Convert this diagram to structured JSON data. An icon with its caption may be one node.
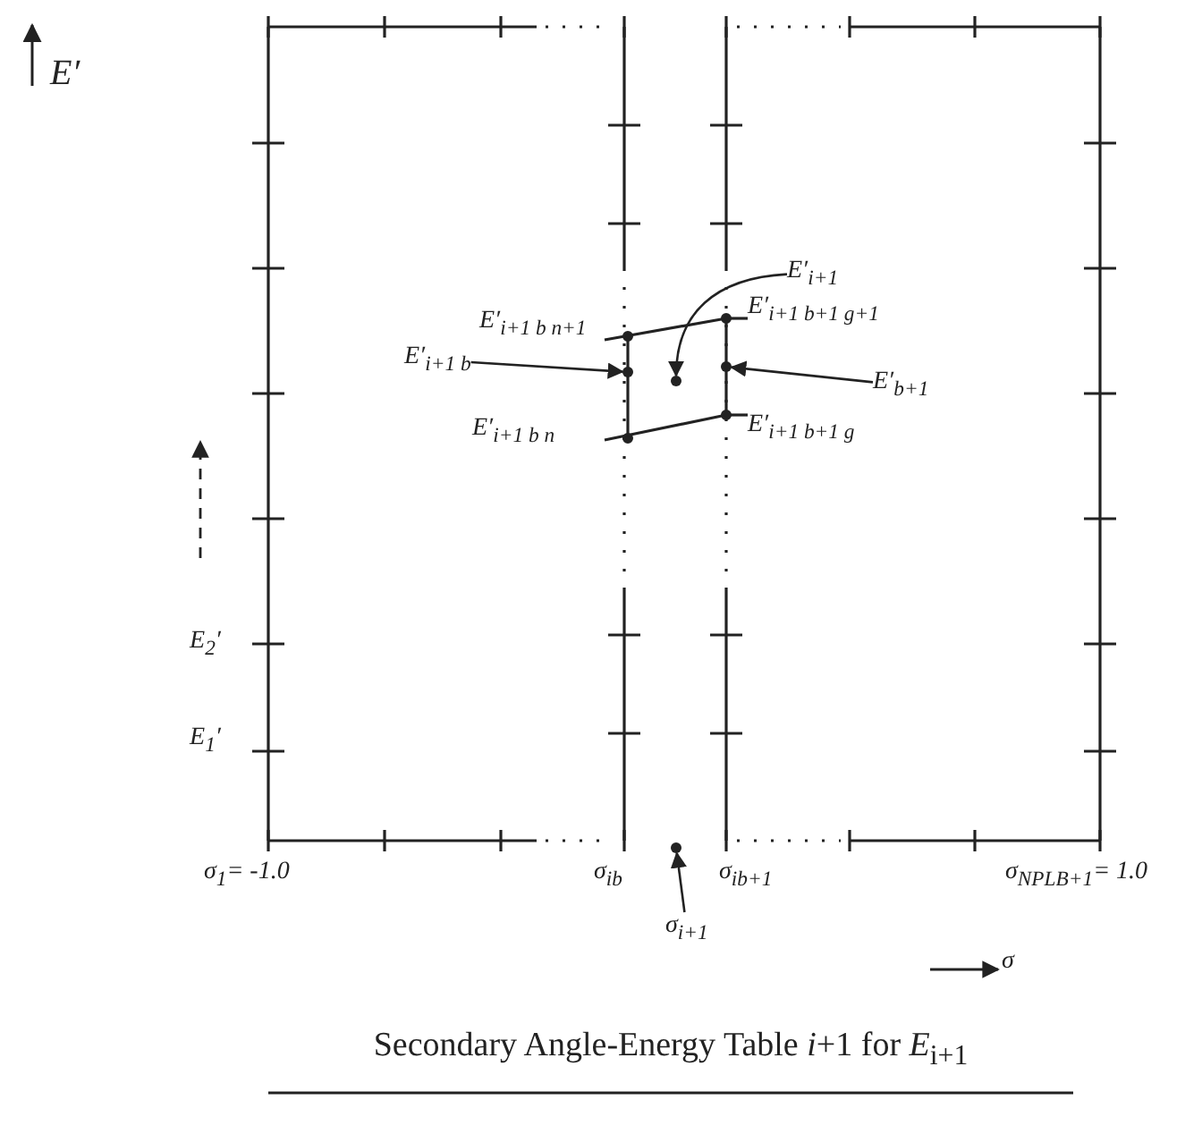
{
  "diagram": {
    "caption": "Secondary Angle-Energy Table *i*+1 for *E*$_{i+1}$",
    "nodes": [
      {
        "text": [
          "E′$_{i+1 b}$"
        ]
      },
      {
        "text": [],
        "shape": "circle"
      },
      {
        "text": [
          "E′$_{b+1}$"
        ]
      },
      {
        "text": [],
        "shape": "circle"
      },
      {
        "text": [
          "E′$_{i+1}$"
        ]
      },
      {
        "text": [],
        "shape": "circle"
      },
      {
        "text": [
          "σ$_{i+1}$"
        ]
      },
      {
        "text": [],
        "shape": "circle"
      }
    ],
    "edges": [
      {
        "from": 0,
        "to": 1,
        "arrow": "to"
      },
      {
        "from": 2,
        "to": 3,
        "arrow": "to"
      },
      {
        "from": 4,
        "to": 5,
        "arrow": "to"
      },
      {
        "from": 6,
        "to": 7,
        "arrow": "to"
      }
    ],
    "labels": [
      "E′",
      "E′$_{i+1 b n+1}$",
      "E′$_{i+1 b+1 g+1}$",
      "E′$_{i+1 b n}$",
      "E′$_{i+1 b+1 g}$",
      "E$_{2}$′",
      "E$_{1}$′",
      "σ$_{1}$= -1.0",
      "σ$_{ib}$",
      "σ$_{ib+1}$",
      "σ$_{NPLB+1}$= 1.0",
      "σ"
    ]
  }
}
